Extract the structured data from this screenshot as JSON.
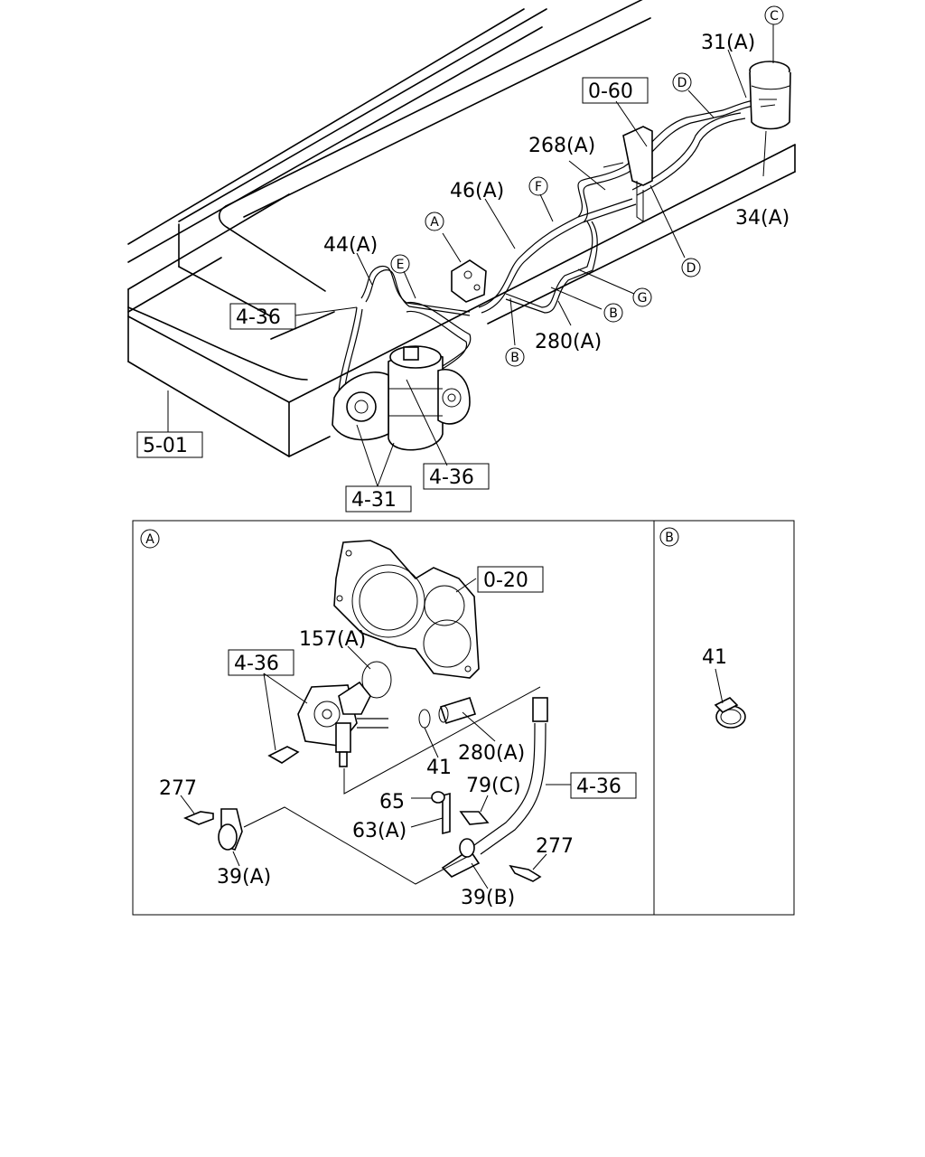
{
  "upper_labels": {
    "l_0_60": "0-60",
    "l_31A": "31(A)",
    "l_C": "C",
    "l_D_top": "D",
    "l_268A": "268(A)",
    "l_46A": "46(A)",
    "l_F": "F",
    "l_A": "A",
    "l_44A": "44(A)",
    "l_E": "E",
    "l_4_36_a": "4-36",
    "l_34A": "34(A)",
    "l_D_mid": "D",
    "l_G": "G",
    "l_B_right": "B",
    "l_280A": "280(A)",
    "l_B_low": "B",
    "l_5_01": "5-01",
    "l_4_36_b": "4-36",
    "l_4_31": "4-31"
  },
  "detail_a": {
    "heading": "A",
    "l_0_20": "0-20",
    "l_157A": "157(A)",
    "l_4_36": "4-36",
    "l_41": "41",
    "l_280A": "280(A)",
    "l_277_left": "277",
    "l_79C": "79(C)",
    "l_65": "65",
    "l_4_36_hose": "4-36",
    "l_63A": "63(A)",
    "l_277_right": "277",
    "l_39A": "39(A)",
    "l_39B": "39(B)"
  },
  "detail_b": {
    "heading": "B",
    "l_41": "41"
  }
}
